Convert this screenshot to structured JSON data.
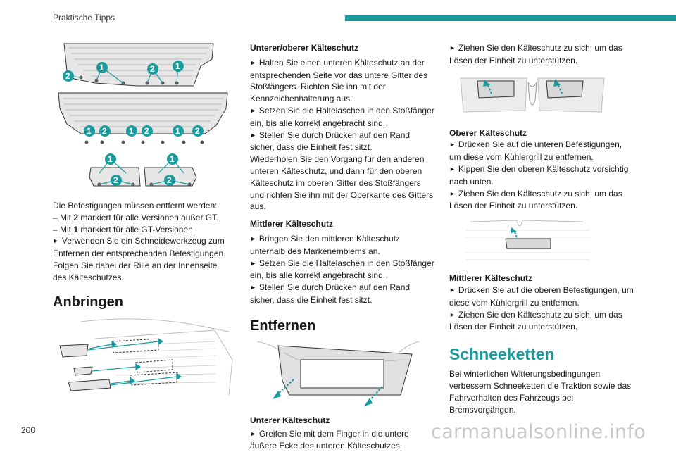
{
  "header": {
    "section_title": "Praktische Tipps",
    "accent_color": "#1a9b9e"
  },
  "page_number": "200",
  "watermark": "carmanualsonline.info",
  "callouts": {
    "one": "1",
    "two": "2"
  },
  "col1": {
    "intro": "Die Befestigungen müssen entfernt werden:",
    "item_2_prefix": "–  Mit ",
    "item_2_num": "2",
    "item_2_text": " markiert für alle Versionen außer GT.",
    "item_1_prefix": "–  Mit ",
    "item_1_num": "1",
    "item_1_text": " markiert für alle GT-Versionen.",
    "step": "Verwenden Sie ein Schneidewerkzeug zum Entfernen der entsprechenden Befestigungen.",
    "note": "Folgen Sie dabei der Rille an der Innenseite des Kälteschutzes.",
    "heading": "Anbringen"
  },
  "col2": {
    "subheading1": "Unterer/oberer Kälteschutz",
    "s1_step1": "Halten Sie einen unteren Kälteschutz an der entsprechenden Seite vor das untere Gitter des Stoßfängers. Richten Sie ihn mit der Kennzeichenhalterung aus.",
    "s1_step2": "Setzen Sie die Haltelaschen in den Stoßfänger ein, bis alle korrekt angebracht sind.",
    "s1_step3": "Stellen Sie durch Drücken auf den Rand sicher, dass die Einheit fest sitzt.",
    "s1_note": "Wiederholen Sie den Vorgang für den anderen unteren Kälteschutz, und dann für den oberen Kälteschutz im oberen Gitter des Stoßfängers und richten Sie ihn mit der Oberkante des Gitters aus.",
    "subheading2": "Mittlerer Kälteschutz",
    "s2_step1": "Bringen Sie den mittleren Kälteschutz unterhalb des Markenemblems an.",
    "s2_step2": "Setzen Sie die Haltelaschen in den Stoßfänger ein, bis alle korrekt angebracht sind.",
    "s2_step3": "Stellen Sie durch Drücken auf den Rand sicher, dass die Einheit fest sitzt.",
    "heading": "Entfernen",
    "subheading3": "Unterer Kälteschutz",
    "s3_step1": "Greifen Sie mit dem Finger in die untere äußere Ecke des unteren Kälteschutzes."
  },
  "col3": {
    "step_top": "Ziehen Sie den Kälteschutz zu sich, um das Lösen der Einheit zu unterstützen.",
    "subheading1": "Oberer Kälteschutz",
    "s1_step1": "Drücken Sie auf die unteren Befestigungen, um diese vom Kühlergrill zu entfernen.",
    "s1_step2": "Kippen Sie den oberen Kälteschutz vorsichtig nach unten.",
    "s1_step3": "Ziehen Sie den Kälteschutz zu sich, um das Lösen der Einheit zu unterstützen.",
    "subheading2": "Mittlerer Kälteschutz",
    "s2_step1": "Drücken Sie auf die oberen Befestigungen, um diese vom Kühlergrill zu entfernen.",
    "s2_step2": "Ziehen Sie den Kälteschutz zu sich, um das Lösen der Einheit zu unterstützen.",
    "heading": "Schneeketten",
    "body": "Bei winterlichen Witterungsbedingungen verbessern Schneeketten die Traktion sowie das Fahrverhalten des Fahrzeugs bei Bremsvorgängen."
  }
}
